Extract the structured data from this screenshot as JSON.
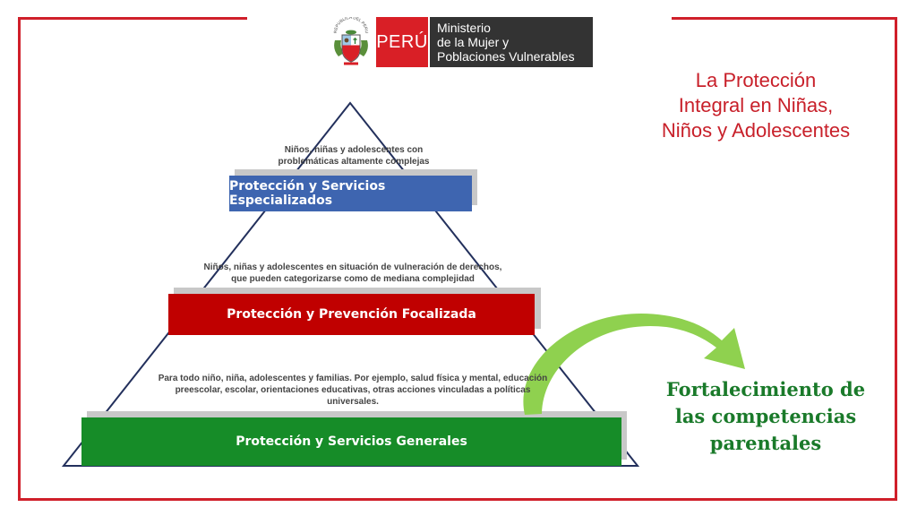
{
  "header": {
    "crest_label": "REPUBLICA DEL PERU",
    "country": "PERÚ",
    "ministry_lines": [
      "Ministerio",
      "de la Mujer y",
      "Poblaciones Vulnerables"
    ]
  },
  "title_lines": [
    "La Protección",
    "Integral en Niñas,",
    "Niños y Adolescentes"
  ],
  "levels": [
    {
      "label": "Protección y Servicios Especializados",
      "note_lines": [
        "Niños, niñas y adolescentes con",
        "problemáticas altamente complejas"
      ]
    },
    {
      "label": "Protección y Prevención Focalizada",
      "note_lines": [
        "Niños, niñas y adolescentes en situación de vulneración de derechos,",
        "que pueden categorizarse como de mediana complejidad"
      ]
    },
    {
      "label": "Protección y Servicios Generales",
      "note_lines": [
        "Para todo niño, niña, adolescentes y  familias. Por ejemplo, salud física y mental, educación",
        "preescolar, escolar, orientaciones educativas, otras acciones vinculadas a políticas",
        "universales."
      ]
    }
  ],
  "outcome_lines": [
    "Fortalecimiento de",
    "las competencias",
    "parentales"
  ],
  "colors": {
    "frame": "#d01f2a",
    "peru_red": "#d91f26",
    "title_red": "#c8202a",
    "specialized_blue": "#3e65b0",
    "focalized_red": "#c00000",
    "general_green": "#168c28",
    "outcome_green": "#1a7a2a",
    "arrow_green": "#8fd14f"
  }
}
